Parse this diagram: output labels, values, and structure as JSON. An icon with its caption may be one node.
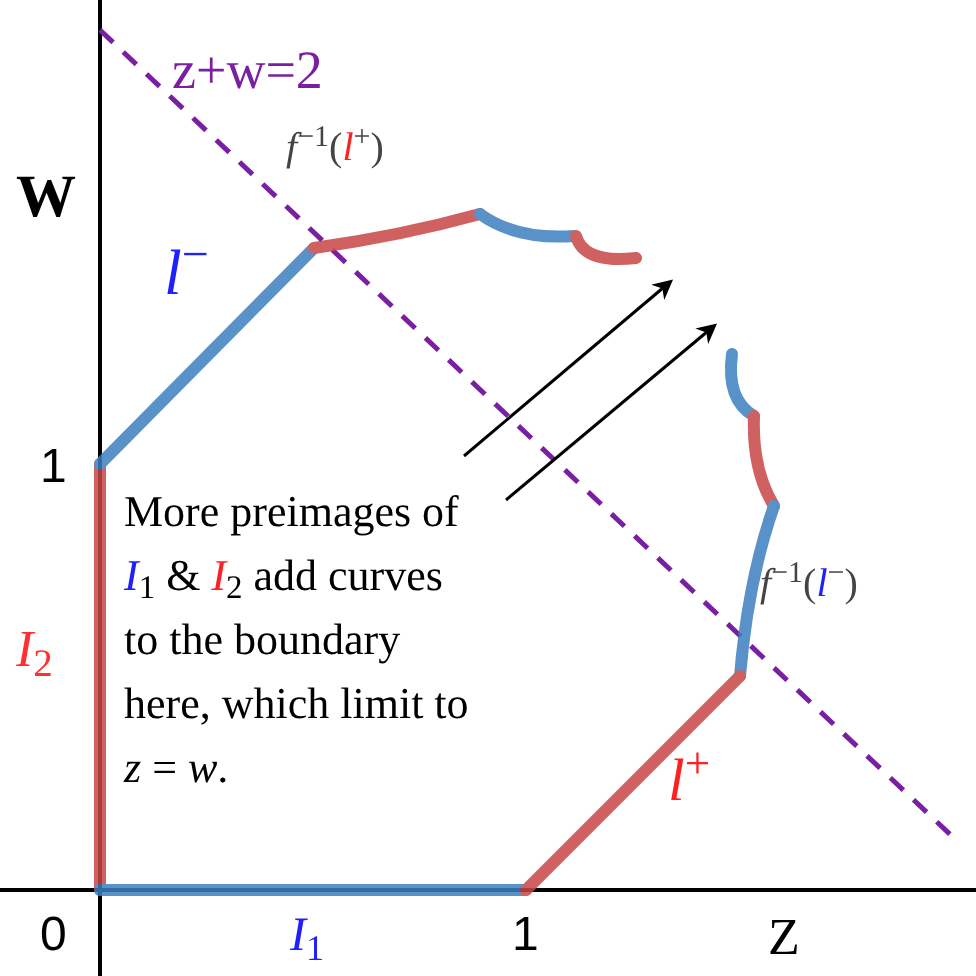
{
  "diagram": {
    "labels": [
      "z+w=2",
      "W",
      "*f*$^{−1}$(*l*$^{+}$)",
      "*l*$^{−}$",
      "1",
      "More preimages of *I*$_{1}$ & *I*$_{2}$ add curves to the boundary here, which limit to *z* = *w*.",
      "*I*$_{2}$",
      "*f*$^{−1}$(*l*$^{−}$)",
      "*l*$^{+}$",
      "0",
      "*I*$_{1}$",
      "1",
      "Z"
    ]
  }
}
